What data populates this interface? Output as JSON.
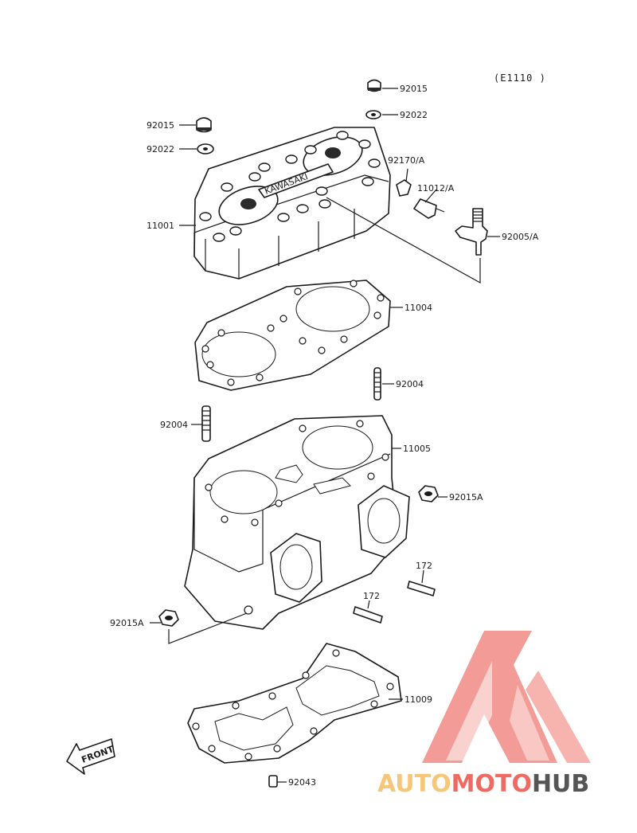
{
  "diagram": {
    "ref_code": "(E1110 )",
    "callouts": {
      "nut_top": "92015",
      "washer_top": "92022",
      "nut_left": "92015",
      "washer_left": "92022",
      "fitting_a": "92170/A",
      "sensor_a": "11012/A",
      "cylinder_head": "11001",
      "nipple_a": "92005/A",
      "head_gasket": "11004",
      "stud_right": "92004",
      "stud_left": "92004",
      "cylinder": "11005",
      "nut_right": "92015A",
      "stud_172_right": "172",
      "stud_172_left": "172",
      "nut_bottom_left": "92015A",
      "base_gasket": "11009",
      "pin_bottom": "92043"
    },
    "front_arrow_text": "FRONT",
    "head_emblem_text": "KAWASAKI"
  },
  "watermark": {
    "part1": "AUTO",
    "part2": "MOTO",
    "part3": "HUB",
    "color_light": "#f6c77a",
    "color_red": "#ee6b63",
    "color_gray": "#555555"
  }
}
